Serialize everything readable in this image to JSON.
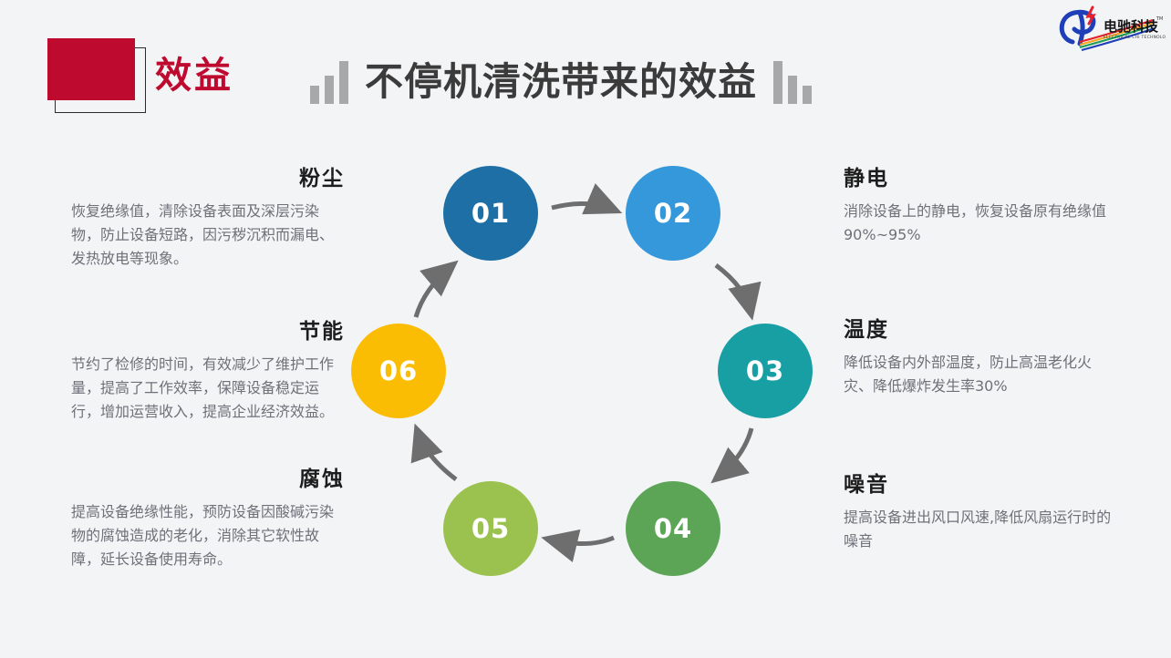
{
  "header": {
    "badge_label": "效益",
    "title": "不停机清洗带来的效益",
    "left_bars_icon": "ascending-bar-chart-icon",
    "right_bars_icon": "descending-bar-chart-icon"
  },
  "logo": {
    "brand_cn": "电驰科技",
    "brand_en": "ELECTRICAL CHI TECHNOLOGY",
    "trademark": "TM"
  },
  "cycle": {
    "nodes": [
      {
        "number": "01",
        "color": "#1d6fa5"
      },
      {
        "number": "02",
        "color": "#3498db"
      },
      {
        "number": "03",
        "color": "#189fa4"
      },
      {
        "number": "04",
        "color": "#5ca557"
      },
      {
        "number": "05",
        "color": "#9bc24f"
      },
      {
        "number": "06",
        "color": "#fbbc04"
      }
    ],
    "arrow_color": "#6e6e6e"
  },
  "blocks": {
    "dust": {
      "title": "粉尘",
      "body": "恢复绝缘值，清除设备表面及深层污染物，防止设备短路，因污秽沉积而漏电、发热放电等现象。"
    },
    "energy": {
      "title": "节能",
      "body": "节约了检修的时间，有效减少了维护工作量，提高了工作效率，保障设备稳定运行，增加运营收入，提高企业经济效益。"
    },
    "corrosion": {
      "title": "腐蚀",
      "body": "提高设备绝缘性能，预防设备因酸碱污染物的腐蚀造成的老化，消除其它软性故障，延长设备使用寿命。"
    },
    "static": {
      "title": "静电",
      "body": "消除设备上的静电，恢复设备原有绝缘值90%~95%"
    },
    "temperature": {
      "title": "温度",
      "body": "降低设备内外部温度，防止高温老化火灾、降低爆炸发生率30%"
    },
    "noise": {
      "title": "噪音",
      "body": "提高设备进出风口风速,降低风扇运行时的噪音"
    }
  },
  "colors": {
    "background": "#f3f4f6",
    "accent_red": "#bf0a30",
    "title_gray": "#3b3b3b",
    "body_gray": "#6d7178"
  }
}
